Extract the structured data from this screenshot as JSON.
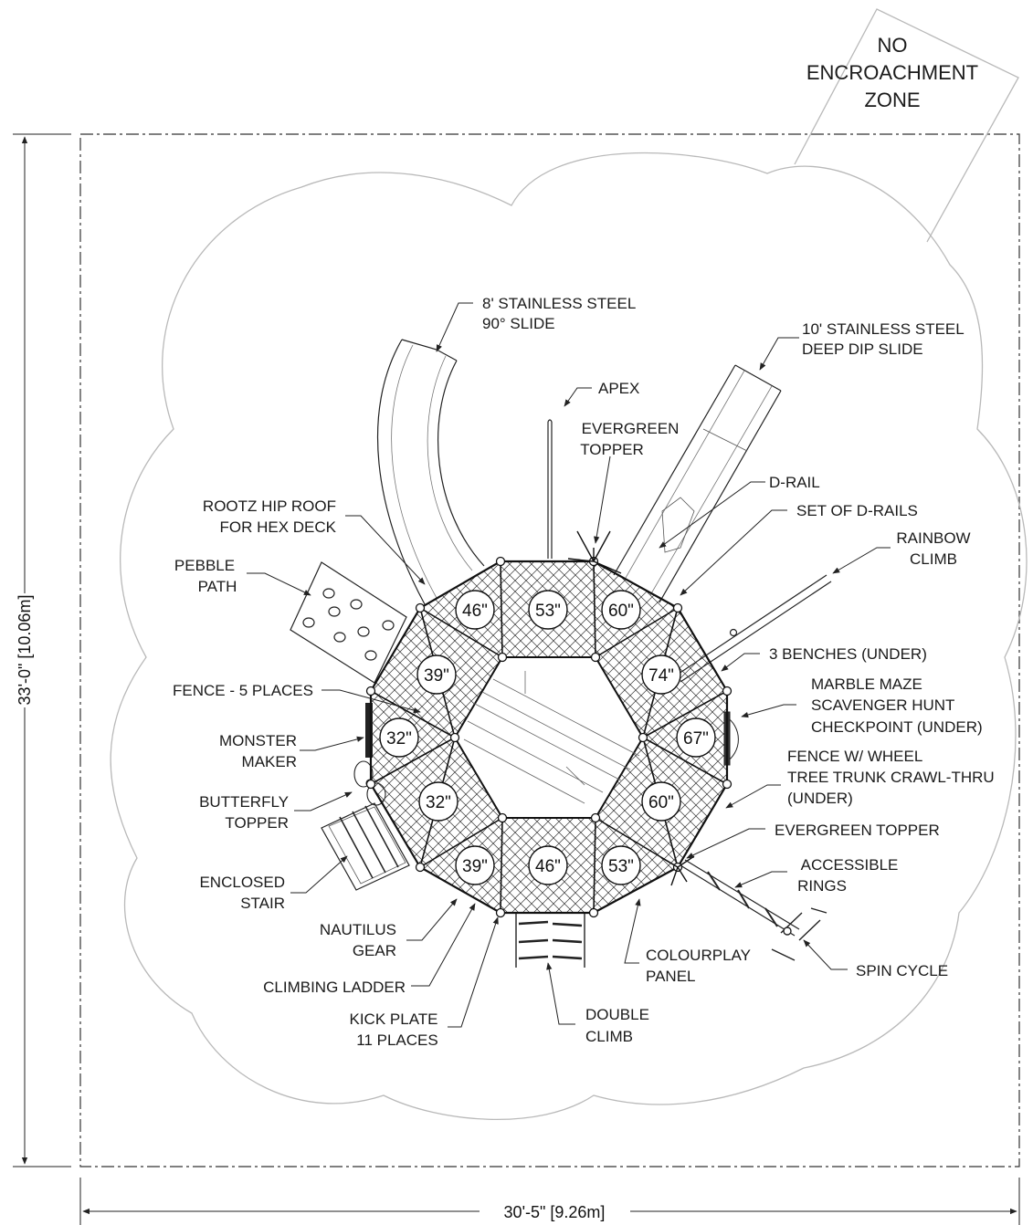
{
  "zone": {
    "label_lines": [
      "NO",
      "ENCROACHMENT",
      "ZONE"
    ]
  },
  "dimensions": {
    "width": "30'-5\" [9.26m]",
    "height": "33'-0\" [10.06m]"
  },
  "deck_heights": [
    "46\"",
    "53\"",
    "60\"",
    "39\"",
    "74\"",
    "32\"",
    "67\"",
    "32\"",
    "60\"",
    "39\"",
    "46\"",
    "53\""
  ],
  "components": {
    "slide_8": [
      "8' STAINLESS STEEL",
      "90° SLIDE"
    ],
    "slide_10": [
      "10' STAINLESS STEEL",
      "DEEP DIP SLIDE"
    ],
    "apex": [
      "APEX"
    ],
    "evergreen_topper_top": [
      "EVERGREEN",
      "TOPPER"
    ],
    "d_rail": [
      "D-RAIL"
    ],
    "set_d_rails": [
      "SET OF D-RAILS"
    ],
    "rainbow_climb": [
      "RAINBOW",
      "CLIMB"
    ],
    "rootz_roof": [
      "ROOTZ HIP ROOF",
      "FOR HEX DECK"
    ],
    "pebble_path": [
      "PEBBLE",
      "PATH"
    ],
    "benches": [
      "3 BENCHES (UNDER)"
    ],
    "marble_maze": [
      "MARBLE MAZE",
      "SCAVENGER HUNT",
      "CHECKPOINT (UNDER)"
    ],
    "fence_5": [
      "FENCE - 5 PLACES"
    ],
    "monster_maker": [
      "MONSTER",
      "MAKER"
    ],
    "fence_wheel": [
      "FENCE W/ WHEEL",
      "TREE TRUNK CRAWL-THRU",
      "(UNDER)"
    ],
    "butterfly_topper": [
      "BUTTERFLY",
      "TOPPER"
    ],
    "evergreen_topper_bottom": [
      "EVERGREEN TOPPER"
    ],
    "enclosed_stair": [
      "ENCLOSED",
      "STAIR"
    ],
    "accessible_rings": [
      "ACCESSIBLE",
      "RINGS"
    ],
    "nautilus_gear": [
      "NAUTILUS",
      "GEAR"
    ],
    "colourplay_panel": [
      "COLOURPLAY",
      "PANEL"
    ],
    "spin_cycle": [
      "SPIN CYCLE"
    ],
    "climbing_ladder": [
      "CLIMBING LADDER"
    ],
    "kick_plate": [
      "KICK PLATE",
      "11 PLACES"
    ],
    "double_climb": [
      "DOUBLE",
      "CLIMB"
    ]
  }
}
